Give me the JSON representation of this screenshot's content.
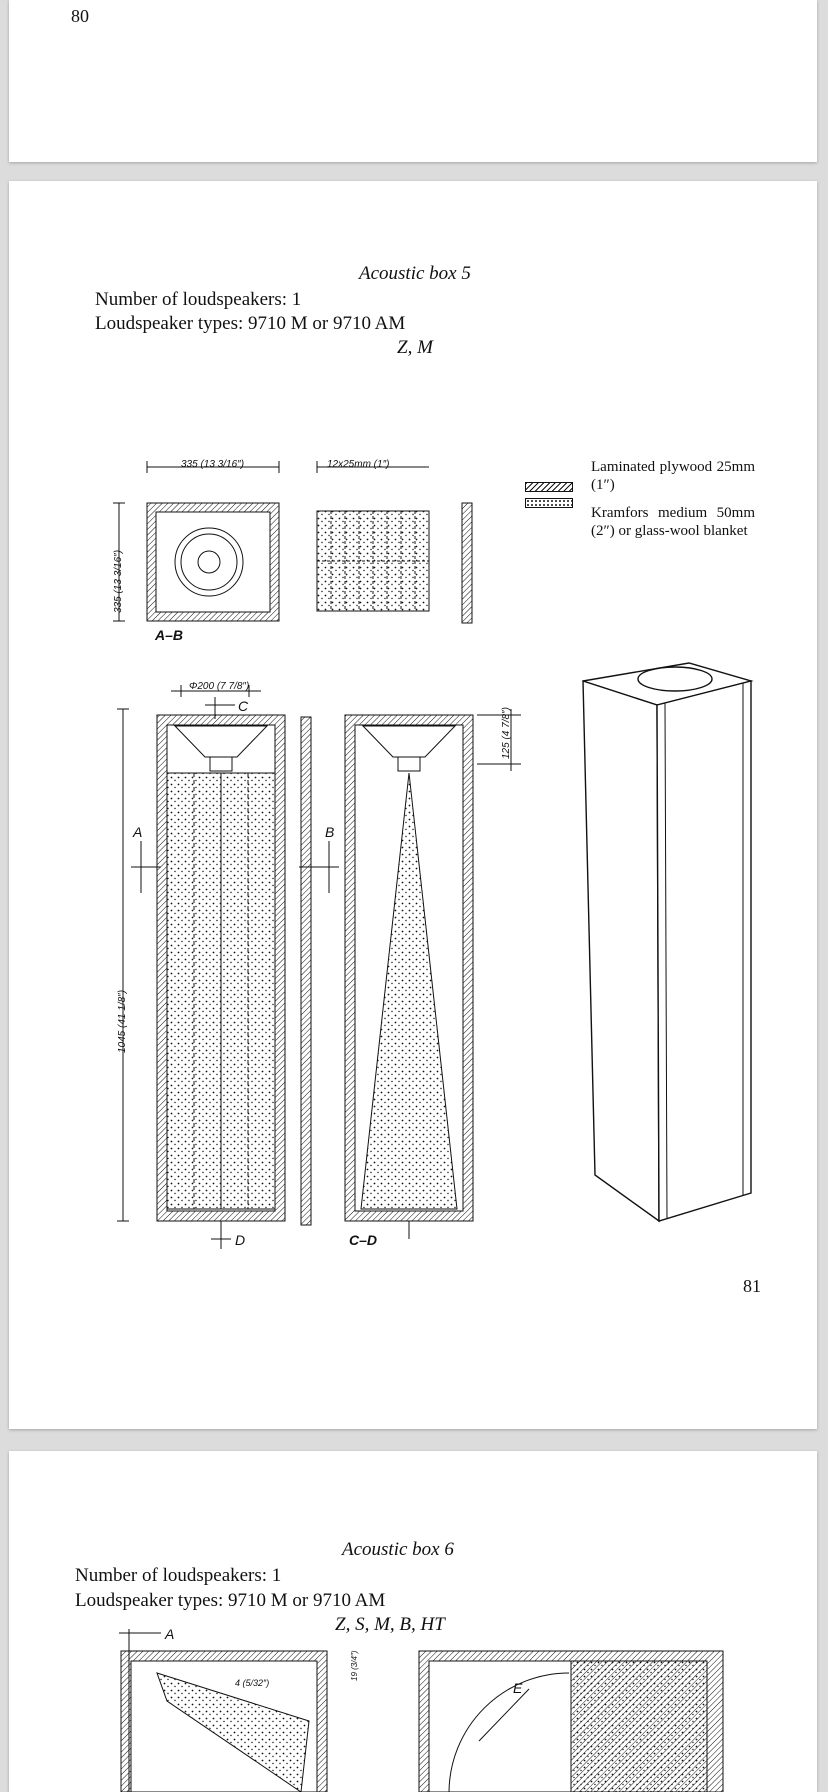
{
  "page_prev": {
    "page_number": "80"
  },
  "page_main": {
    "title": "Acoustic box 5",
    "num_speakers": "Number of loudspeakers: 1",
    "speaker_types": "Loudspeaker types: 9710 M or 9710 AM",
    "variants": "Z, M",
    "page_number": "81",
    "legend": {
      "plywood": "Laminated plywood 25mm (1″)",
      "kramfors": "Kramfors medium 50mm (2″) or glass-wool blanket"
    },
    "dims": {
      "width_top": "335 (13 3/16″)",
      "height_top": "335 (13 3/16″)",
      "slats": "12x25mm (1″)",
      "diameter": "Φ200 (7 7/8″)",
      "height_main": "1045 (41 1/8″)",
      "depth_top": "125 (4 7/8″)"
    },
    "labels": {
      "ab": "A–B",
      "cd": "C–D",
      "a": "A",
      "b": "B",
      "c": "C",
      "d": "D"
    }
  },
  "page_next": {
    "title": "Acoustic box 6",
    "num_speakers": "Number of loudspeakers: 1",
    "speaker_types": "Loudspeaker types: 9710 M or 9710 AM",
    "variants": "Z, S, M, B, HT",
    "labels": {
      "a": "A",
      "e": "E",
      "dim_small": "4 (5/32″)",
      "dim_19": "19 (3/4″)"
    }
  }
}
